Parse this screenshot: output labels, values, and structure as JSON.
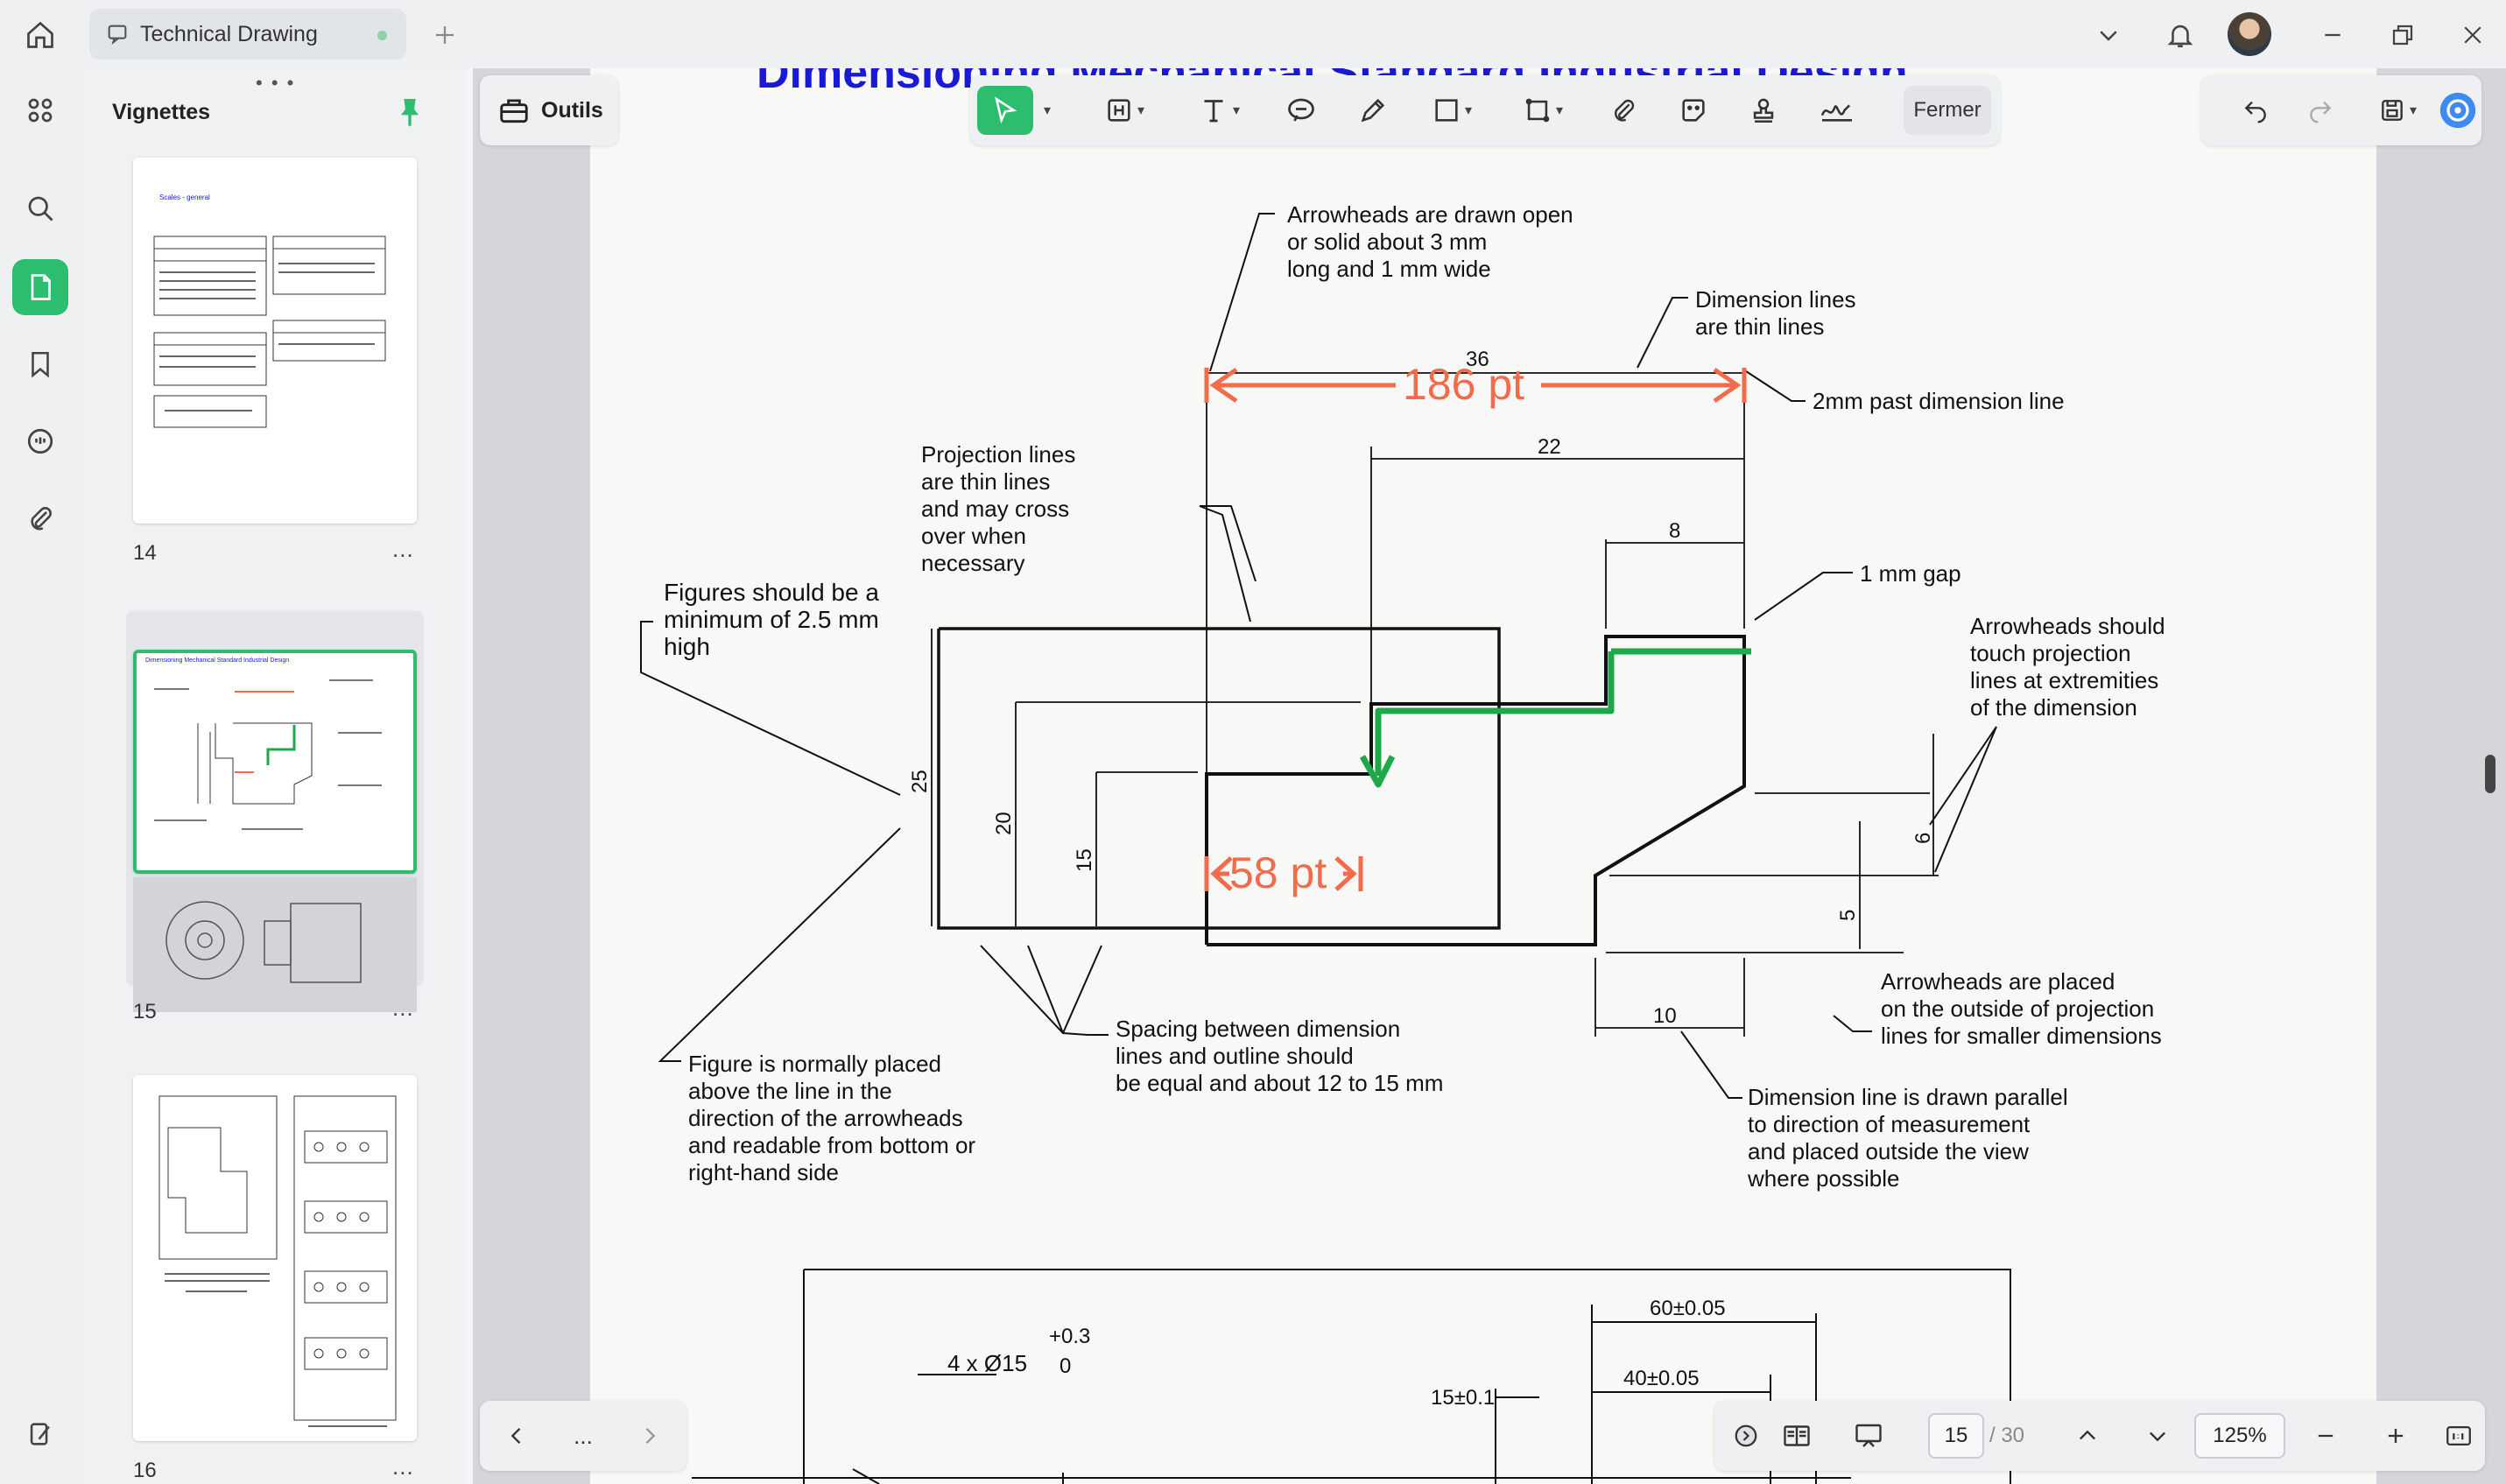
{
  "tab": {
    "title": "Technical Drawing"
  },
  "thumbnails": {
    "title": "Vignettes",
    "pages": [
      {
        "num": "14",
        "heading": "Scales - general"
      },
      {
        "num": "15",
        "heading": "Dimensioning Mechanical Standard Industrial Design"
      },
      {
        "num": "16",
        "heading": ""
      }
    ],
    "more": "..."
  },
  "toolbar": {
    "outils": "Outils",
    "fermer": "Fermer"
  },
  "page": {
    "heading": "Dimensioning Mechanical Standard Industrial Design",
    "annotations": [
      "Arrowheads are drawn open",
      "or solid about 3 mm",
      "long and 1 mm wide",
      "Dimension lines",
      "are thin lines",
      "2mm past dimension line",
      "Projection lines",
      "are thin lines",
      "and may cross",
      "over when",
      "necessary",
      "1 mm gap",
      "Figures should be a",
      "minimum of 2.5 mm",
      "high",
      "Arrowheads should",
      "touch projection",
      "lines at extremities",
      "of the dimension",
      "Arrowheads are placed",
      "on the outside of projection",
      "lines for smaller dimensions",
      "Spacing between dimension",
      "lines and outline should",
      "be equal and about 12 to 15 mm",
      "Figure is normally placed",
      "above the line in the",
      "direction of the arrowheads",
      "and readable from bottom or",
      "right-hand side",
      "Dimension line is drawn parallel",
      "to direction of measurement",
      "and placed outside the view",
      "where possible"
    ],
    "dims": [
      "36",
      "22",
      "8",
      "25",
      "20",
      "15",
      "6",
      "5",
      "10"
    ],
    "markup": {
      "measure1": "186 pt",
      "measure2": "58 pt"
    },
    "lower": {
      "hole": "4 x Ø15",
      "tol_plus": "+0.3",
      "tol_zero": "0",
      "d1": "60±0.05",
      "d2": "40±0.05",
      "d3": "15±0.1"
    }
  },
  "bottom": {
    "more": "...",
    "page_current": "15",
    "page_total": "/ 30",
    "zoom": "125%"
  },
  "colors": {
    "accent": "#2dbd6e",
    "markup_red": "#f26b4a",
    "markup_green": "#1fa84a",
    "heading_blue": "#1a1ad6"
  }
}
